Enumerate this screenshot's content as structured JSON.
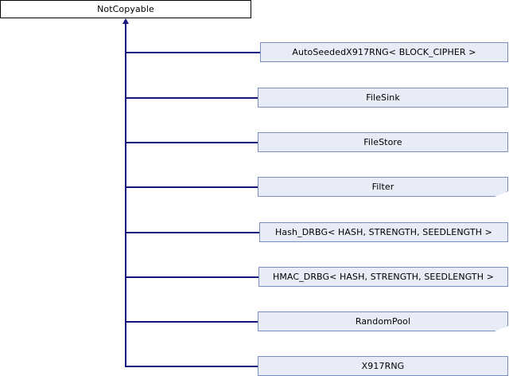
{
  "diagram": {
    "type": "class-inheritance-graph",
    "base_class": {
      "label": "NotCopyable",
      "shape": "rect",
      "fill": "#ffffff",
      "border": "#000000"
    },
    "edge_color": "#15157f",
    "node_fill": "#e7ecf7",
    "node_border": "#7b8fbf",
    "derived_classes": [
      {
        "label": "AutoSeededX917RNG< BLOCK_CIPHER >",
        "truncated": false
      },
      {
        "label": "FileSink",
        "truncated": false
      },
      {
        "label": "FileStore",
        "truncated": false
      },
      {
        "label": "Filter",
        "truncated": true
      },
      {
        "label": "Hash_DRBG< HASH, STRENGTH, SEEDLENGTH >",
        "truncated": false
      },
      {
        "label": "HMAC_DRBG< HASH, STRENGTH, SEEDLENGTH >",
        "truncated": false
      },
      {
        "label": "RandomPool",
        "truncated": true
      },
      {
        "label": "X917RNG",
        "truncated": false
      }
    ]
  }
}
